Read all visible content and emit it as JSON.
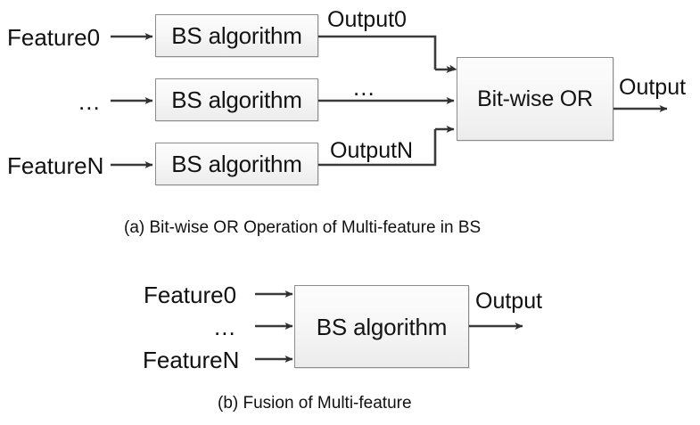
{
  "figure": {
    "panels": [
      {
        "id": "panel-a",
        "caption": "(a) Bit-wise OR Operation of Multi-feature in BS",
        "inputs": [
          {
            "label": "Feature0"
          },
          {
            "label": "..."
          },
          {
            "label": "FeatureN"
          }
        ],
        "blocks": [
          {
            "label": "BS algorithm"
          },
          {
            "label": "BS algorithm"
          },
          {
            "label": "BS algorithm"
          }
        ],
        "intermediate_labels": [
          {
            "label": "Output0"
          },
          {
            "label": "..."
          },
          {
            "label": "OutputN"
          }
        ],
        "merge_block": {
          "label": "Bit-wise OR"
        },
        "output_label": "Output"
      },
      {
        "id": "panel-b",
        "caption": "(b) Fusion of Multi-feature",
        "inputs": [
          {
            "label": "Feature0"
          },
          {
            "label": "..."
          },
          {
            "label": "FeatureN"
          }
        ],
        "blocks": [
          {
            "label": "BS algorithm"
          }
        ],
        "output_label": "Output"
      }
    ]
  },
  "style": {
    "box_border": "#8c8c8c",
    "box_fill_top": "#fdfdfd",
    "box_fill_bottom": "#ececed",
    "wire_color": "#3a3a3a",
    "text_color": "#111111",
    "background": "#ffffff"
  }
}
